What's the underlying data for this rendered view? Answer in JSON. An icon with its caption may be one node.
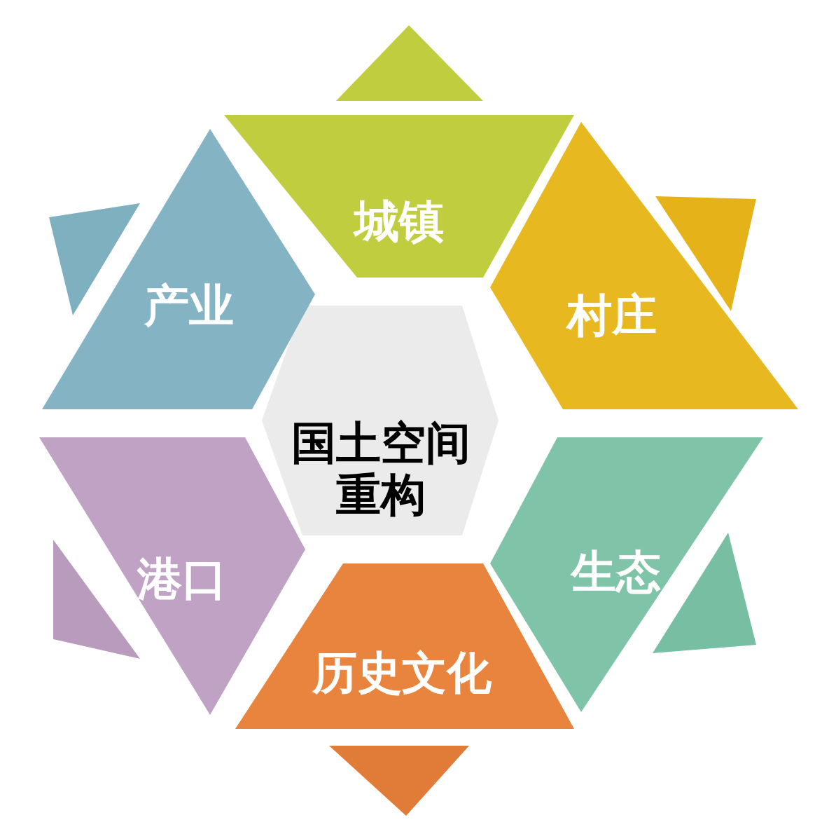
{
  "diagram": {
    "nodes": [
      {
        "text": [
          "国土空间重构"
        ]
      },
      {
        "text": [
          "城镇"
        ]
      },
      {
        "text": [
          "村庄"
        ]
      },
      {
        "text": [
          "生态"
        ]
      },
      {
        "text": [
          "历史文化"
        ]
      },
      {
        "text": [
          "港口"
        ]
      },
      {
        "text": [
          "产业"
        ]
      }
    ]
  }
}
